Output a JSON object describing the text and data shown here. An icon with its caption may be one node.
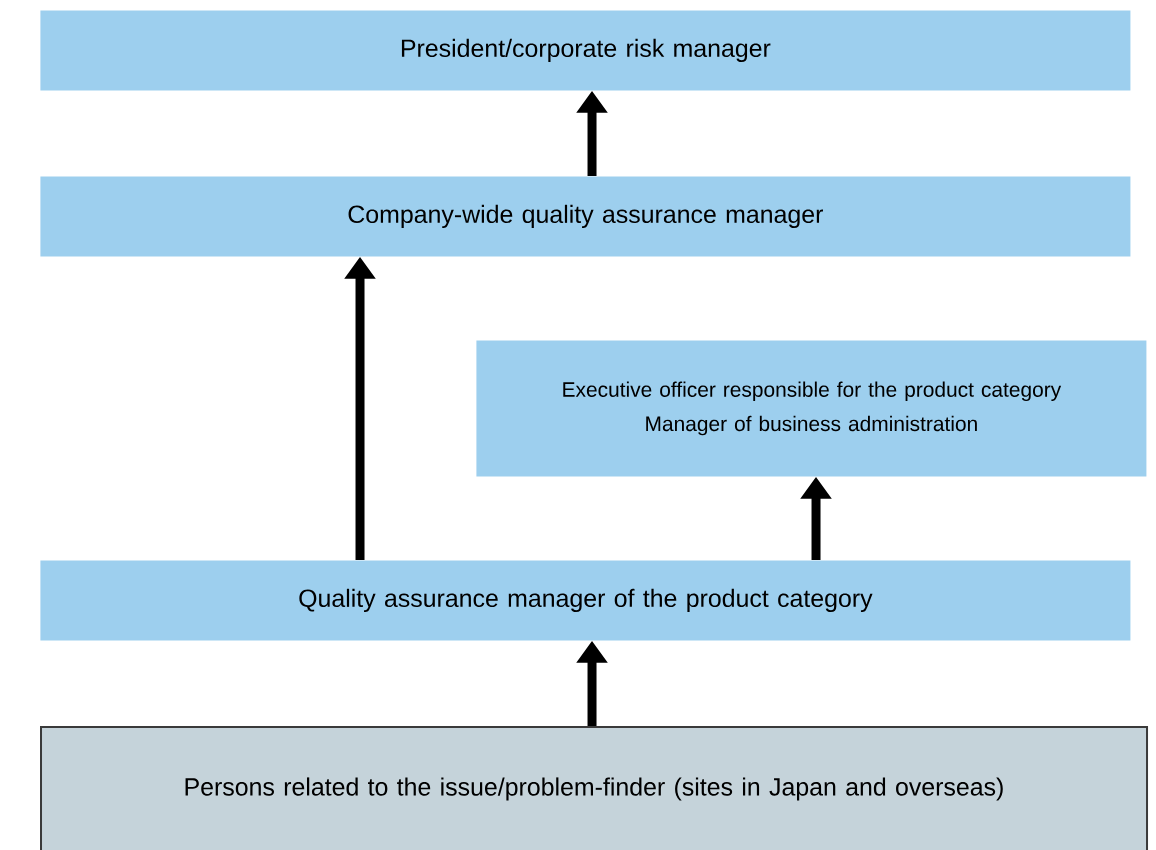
{
  "diagram": {
    "nodes": [
      {
        "text": [
          "President/corporate risk manager"
        ]
      },
      {
        "text": [
          "Company-wide quality assurance manager"
        ]
      },
      {
        "text": [
          "Executive officer responsible for the product category",
          "Manager of business administration"
        ]
      },
      {
        "text": [
          "Quality assurance manager of the product category"
        ]
      },
      {
        "text": [
          "Persons related to the issue/problem-finder (sites in Japan and overseas)"
        ]
      }
    ],
    "edges": [
      {
        "from": 1,
        "to": 0,
        "arrow": "to"
      },
      {
        "from": 3,
        "to": 1,
        "arrow": "to"
      },
      {
        "from": 3,
        "to": 2,
        "arrow": "to"
      },
      {
        "from": 4,
        "to": 3,
        "arrow": "to"
      }
    ]
  }
}
